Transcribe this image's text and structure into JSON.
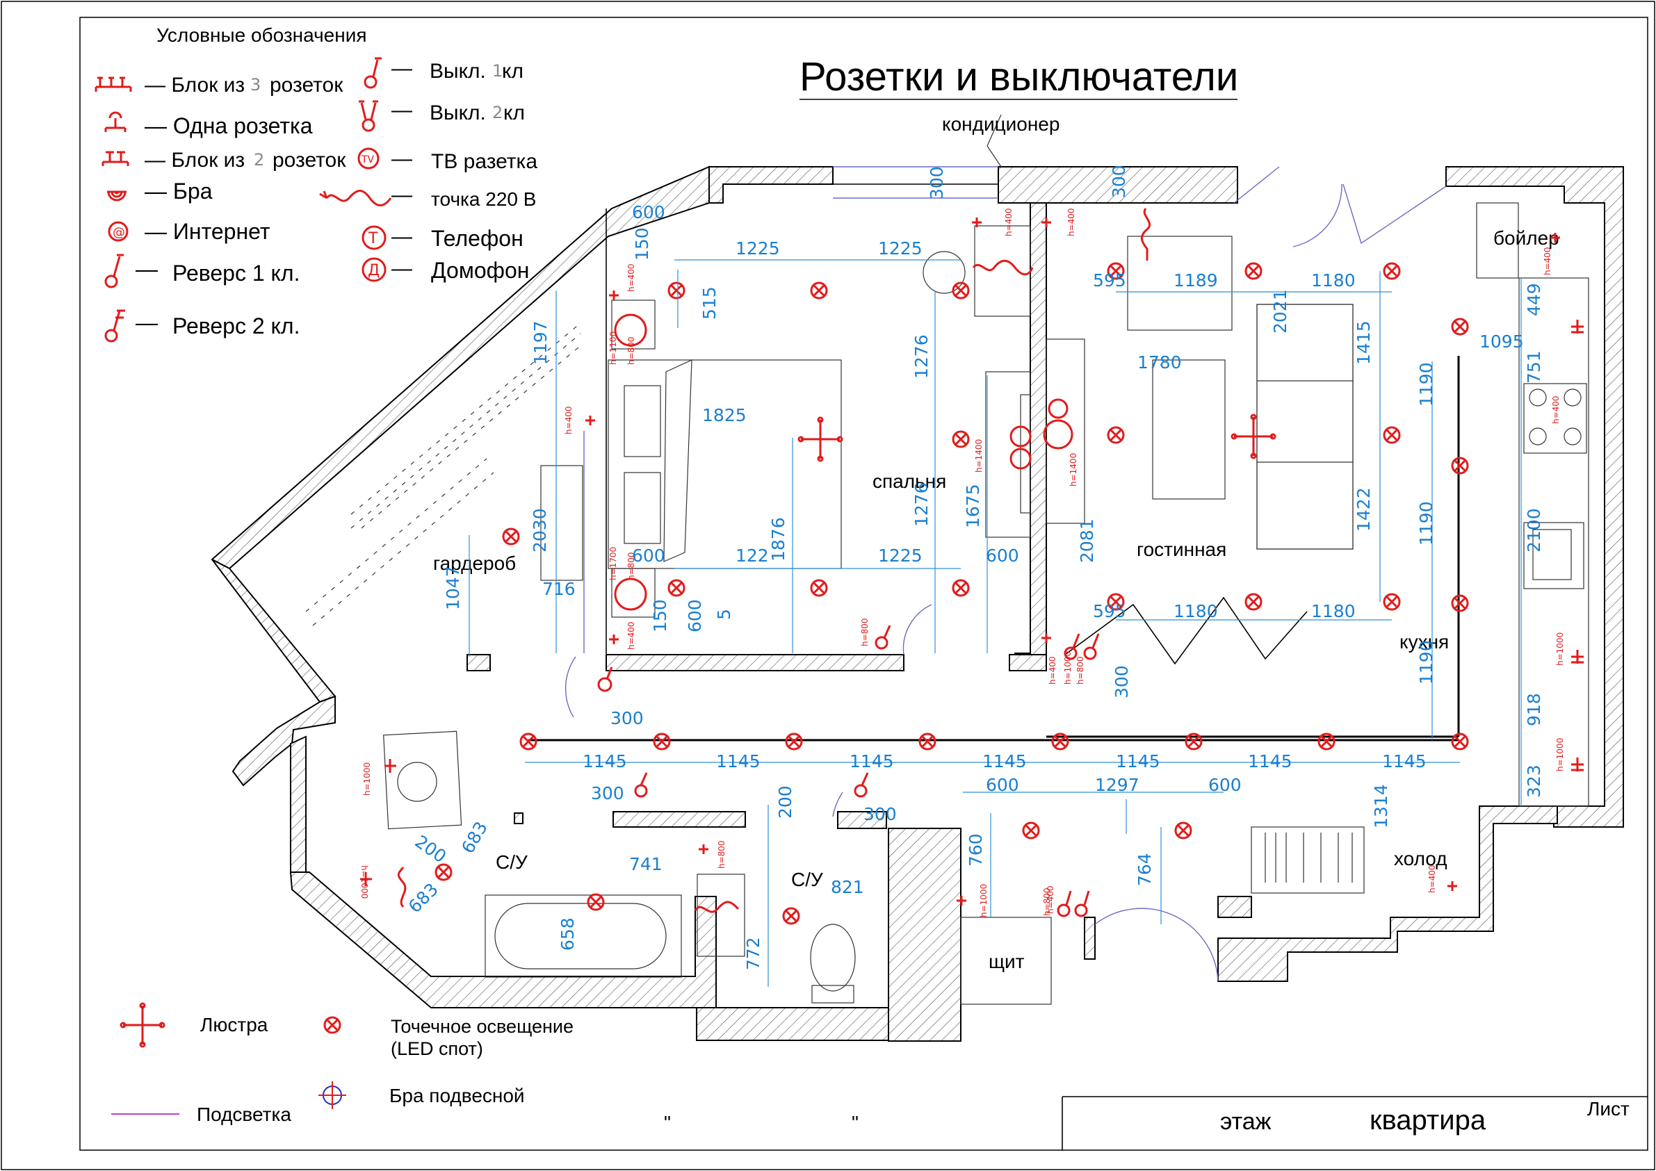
{
  "title": "Розетки и выключатели",
  "legend": {
    "heading": "Условные обозначения",
    "items": {
      "block3": "— Блок из",
      "block3_num": "3",
      "block3_tail": "розеток",
      "single": "— Одна розетка",
      "block2": "— Блок из",
      "block2_num": "2",
      "block2_tail": "розеток",
      "bra": "— Бра",
      "internet": "— Интернет",
      "reverse1": "—",
      "reverse1_text": "Реверс 1 кл.",
      "reverse2": "—",
      "reverse2_text": "Реверс 2 кл.",
      "sw1": "—",
      "sw1_text": "Выкл.",
      "sw1_num": "1",
      "sw1_tail": "кл",
      "sw2": "—",
      "sw2_text": "Выкл.",
      "sw2_num": "2",
      "sw2_tail": "кл",
      "tv": "—",
      "tv_text": "ТВ разетка",
      "p220": "—",
      "p220_text": "точка 220 В",
      "phone": "—",
      "phone_text": "Телефон",
      "intercom": "—",
      "intercom_text": "Домофон"
    },
    "bottom": {
      "chandelier": "Люстра",
      "spot1": "Точечное освещение",
      "spot2": "(LED спот)",
      "backlight": "Подсветка",
      "hanging": "Бра подвесной"
    },
    "icon_glyphs": {
      "tv": "TV",
      "phone": "Т",
      "intercom": "Д",
      "internet": "@"
    }
  },
  "rooms": {
    "bedroom": "спальня",
    "living": "гостинная",
    "wardrobe": "гардероб",
    "kitchen": "кухня",
    "boiler": "бойлер",
    "cold": "холод",
    "bath1": "С/У",
    "bath2": "С/У",
    "panel": "щит",
    "ac": "кондиционер"
  },
  "dims": [
    "600",
    "150",
    "1225",
    "1225",
    "300",
    "300",
    "595",
    "1189",
    "1180",
    "515",
    "1197",
    "1825",
    "1276",
    "2021",
    "1415",
    "1190",
    "1095",
    "449",
    "751",
    "1780",
    "1276",
    "1675",
    "1876",
    "2030",
    "1047",
    "716",
    "600",
    "1225",
    "1225",
    "600",
    "150",
    "600",
    "5",
    "2081",
    "595",
    "1180",
    "1180",
    "1422",
    "1190",
    "2100",
    "1190",
    "918",
    "323",
    "300",
    "300",
    "1145",
    "1145",
    "1145",
    "1145",
    "1145",
    "1145",
    "1145",
    "600",
    "1297",
    "600",
    "300",
    "200",
    "300",
    "683",
    "200",
    "683",
    "741",
    "821",
    "658",
    "772",
    "760",
    "764",
    "1314",
    "122"
  ],
  "heights": [
    "h=400",
    "h=400",
    "h=400",
    "h=400",
    "h=400",
    "h=1100",
    "h=800",
    "h=1700",
    "h=800",
    "h=400",
    "h=800",
    "h=1400",
    "h=1400",
    "h=400",
    "h=800",
    "h=1000",
    "h=1000",
    "h=1000",
    "h=1000",
    "h=800",
    "h=400",
    "h=400",
    "h=400",
    "h=800",
    "h=1000",
    "h=1000"
  ],
  "title_block": {
    "q1": "\"",
    "q2": "\"",
    "floor": "этаж",
    "apartment": "квартира",
    "sheet": "Лист"
  },
  "colors": {
    "electric": "#e21b1b",
    "dimension": "#1a7fd0",
    "outline": "#6a6ac8",
    "backlight": "#c040c8",
    "hanging": "#2030c0"
  }
}
